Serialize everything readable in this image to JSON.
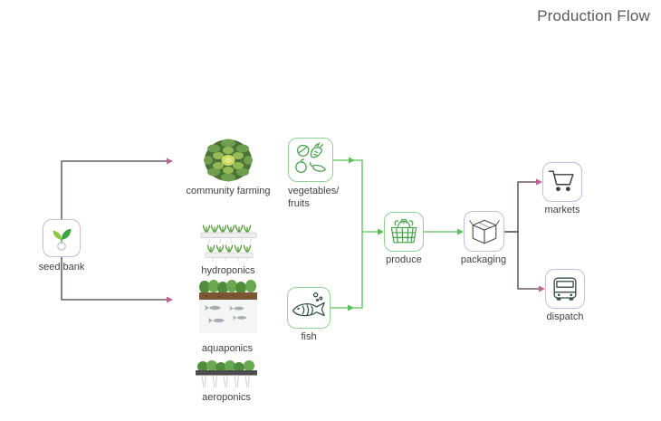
{
  "title": "Production Flow",
  "colors": {
    "green_accent": "#55c158",
    "green_border": "#8fd494",
    "purple_border": "#ccbadd",
    "flow_line": "#4e3a46",
    "flow_arrowhead": "#c06296",
    "title_text": "#58595b",
    "label_text": "#404040"
  },
  "nodes": {
    "seed_bank": {
      "label": "seed bank",
      "icon": "seedling-icon"
    },
    "community_farming": {
      "label": "community farming",
      "icon": "crop-circle-image"
    },
    "hydroponics": {
      "label": "hydroponics",
      "icon": "hydroponic-trays-image"
    },
    "aquaponics": {
      "label": "aquaponics",
      "icon": "aquaponics-image"
    },
    "aeroponics": {
      "label": "aeroponics",
      "icon": "aeroponics-image"
    },
    "vegetables_fruits": {
      "label_line1": "vegetables/",
      "label_line2": "fruits",
      "icon": "vegetables-icon"
    },
    "fish": {
      "label": "fish",
      "icon": "fish-icon"
    },
    "produce": {
      "label": "produce",
      "icon": "basket-icon"
    },
    "packaging": {
      "label": "packaging",
      "icon": "box-icon"
    },
    "markets": {
      "label": "markets",
      "icon": "shopping-cart-icon"
    },
    "dispatch": {
      "label": "dispatch",
      "icon": "bus-icon"
    }
  },
  "edges": [
    {
      "from": "seed bank",
      "to": "community farming",
      "style": "plum"
    },
    {
      "from": "seed bank",
      "to": "aquaponics",
      "style": "plum"
    },
    {
      "from": "vegetables/fruits",
      "to": "produce",
      "style": "green"
    },
    {
      "from": "fish",
      "to": "produce",
      "style": "green"
    },
    {
      "from": "produce",
      "to": "packaging",
      "style": "green"
    },
    {
      "from": "packaging",
      "to": "markets",
      "style": "plum"
    },
    {
      "from": "packaging",
      "to": "dispatch",
      "style": "plum"
    }
  ]
}
